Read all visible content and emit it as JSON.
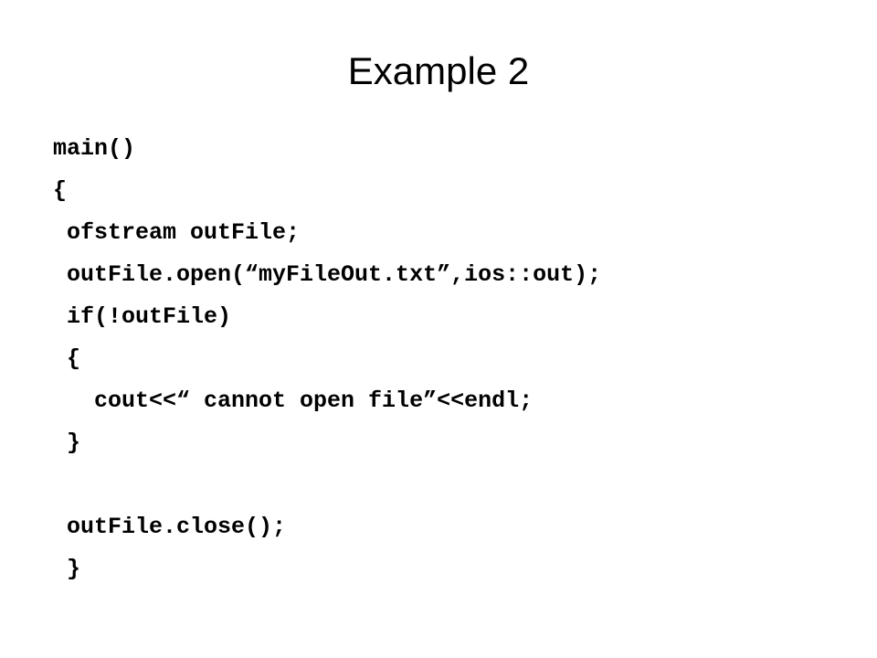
{
  "slide": {
    "title": "Example 2",
    "code_lines": [
      "main()",
      "{",
      " ofstream outFile;",
      " outFile.open(“myFileOut.txt”,ios::out);",
      " if(!outFile)",
      " {",
      "   cout<<“ cannot open file”<<endl;",
      " }",
      "",
      " outFile.close();",
      " }"
    ]
  }
}
